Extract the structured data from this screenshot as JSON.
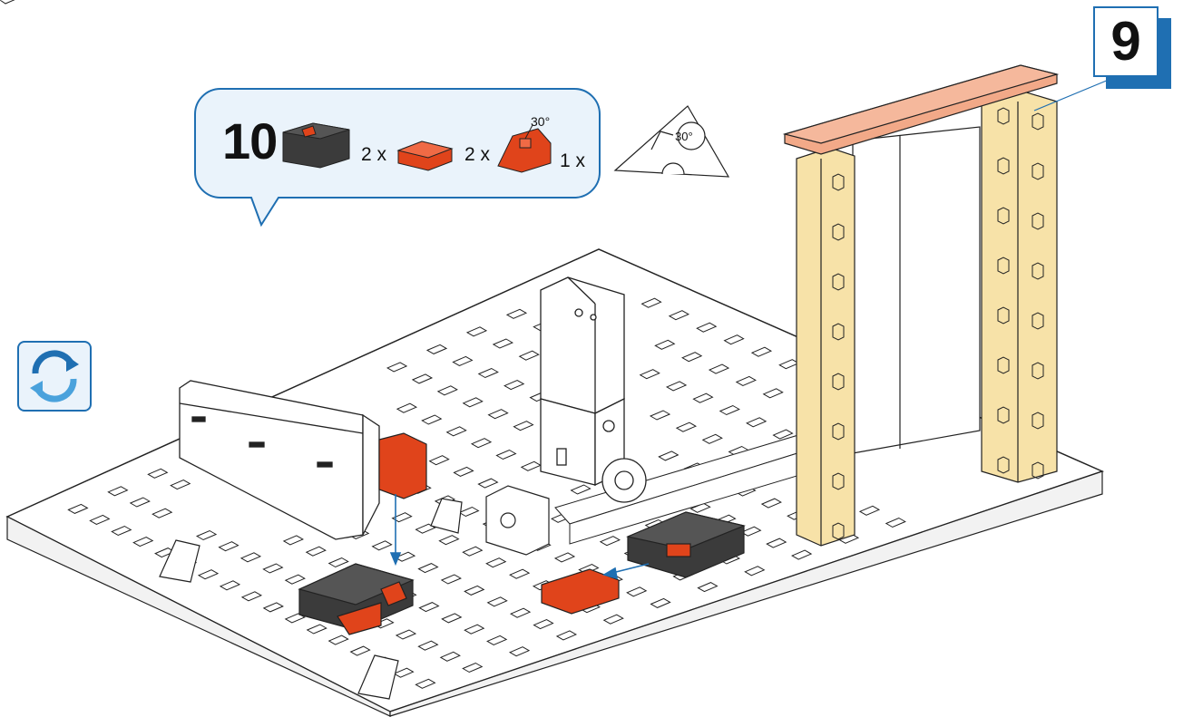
{
  "step": {
    "current": "9"
  },
  "callout": {
    "next_step": "10",
    "parts": [
      {
        "icon": "mini-switch-icon",
        "qty": "2 x"
      },
      {
        "icon": "red-block-icon",
        "qty": "2 x"
      },
      {
        "icon": "angle-block-30-icon",
        "qty": "1 x",
        "angle": "30°"
      }
    ]
  },
  "angle_template": {
    "label": "30°"
  },
  "rotate_icon": "rotate-model-icon",
  "colors": {
    "accent": "#1f6fb2",
    "part_red": "#e0441b",
    "switch_dark": "#3b3b3b",
    "pillar": "#f7e2a8",
    "crossbar": "#f2a988"
  }
}
